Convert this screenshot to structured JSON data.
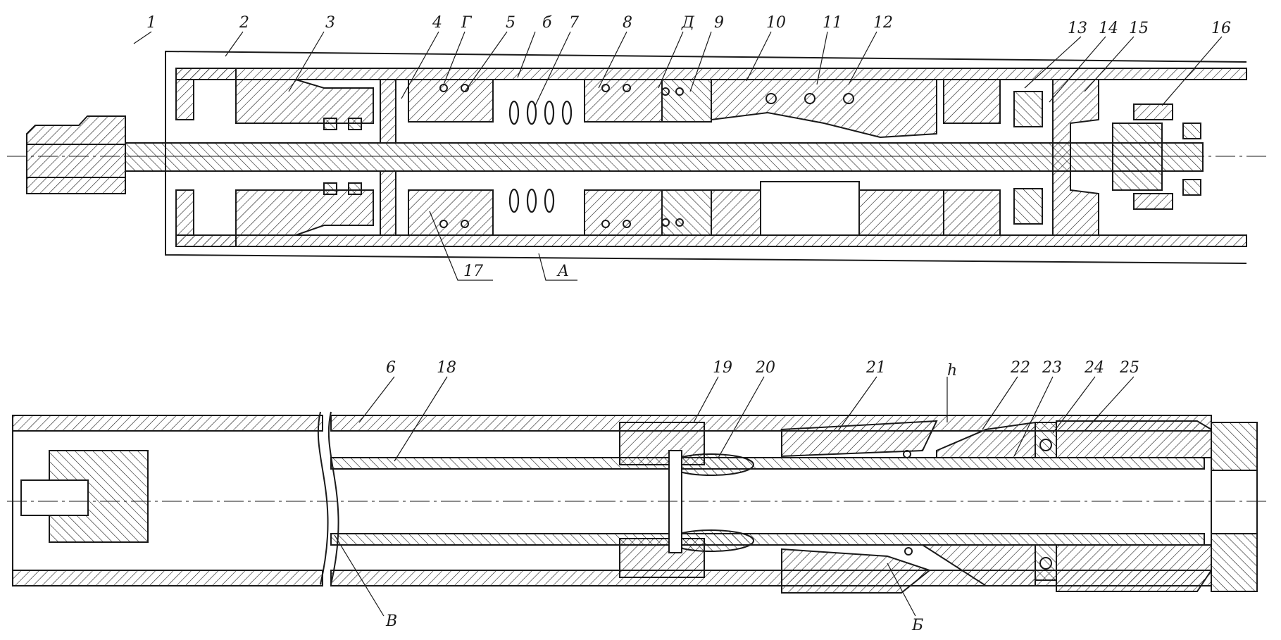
{
  "labels": {
    "n1": "1",
    "n2": "2",
    "n3": "3",
    "n4": "4",
    "G": "Г",
    "n5": "5",
    "b6top": "б",
    "n7": "7",
    "n8": "8",
    "D": "Д",
    "n9": "9",
    "n10": "10",
    "n11": "11",
    "n12": "12",
    "n13": "13",
    "n14": "14",
    "n15": "15",
    "n16": "16",
    "n17": "17",
    "A": "A",
    "n6": "6",
    "n18": "18",
    "n19": "19",
    "n20": "20",
    "n21": "21",
    "h": "h",
    "n22": "22",
    "n23": "23",
    "n24": "24",
    "n25": "25",
    "V": "B",
    "B": "Б"
  },
  "colors": {
    "ink": "#1a1a1a",
    "paper": "#ffffff"
  }
}
